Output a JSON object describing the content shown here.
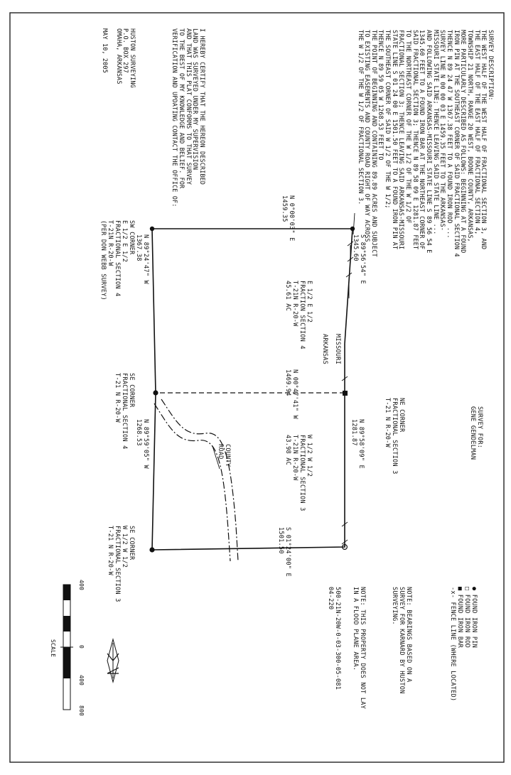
{
  "description": "SURVEY DESCRIPTION:\nTHE WEST HALF OF THE WEST HALF OF FRACTIONAL SECTION 3, AND\nTHE EAST HALF OF THE EAST HALF OF FRACTIONAL SECTION 4,\nTOWNSHIP 21 NORTH, RANGE 20 WEST, BOONE COUNTY, ARKANSAS,\nMORE PARTICULARLY DESCRIBED AS FOLLOWS: BEGINNING AT A FOUND\nIRON PIN AT THE SOUTHEAST CORNER OF SAID FRACTIONAL SECTION 4\nTHENCE N 89 24 47 W 1367.38 FEET TO A FOUND IRON ROD ...\nSURVEY LINE N 00 00 03 E 1459.35 FEET TO THE ARKANSAS-\nMISSOURI STATE LINE; THENCE LEAVING SAID STATE LINE ...\nAND FOLLOWING SAID ARKANSAS-MISSOURI STATE LINE S 89 56 54 E\n1345.60 FEET TO A FOUND IRON BAR AT THE NORTHEAST CORNER OF\nSAID FRACTIONAL SECTION 3; THENCE N 89 58 09 E 1281.87 FEET\nTO THE NORTHEAST CORNER OF THE W 1/2 OF THE W 1/2 OF\nFRACTIONAL SECTION 3; THENCE LEAVING SAID ARKANSAS-MISSOURI\nSTATE LINE S 01 24 00 E 1501.50 FEET TO A FOUND IRON PIN AT\nTHE SOUTHEAST CORNER OF SAID W 1/2 OF THE W 1/2;\nTHENCE N 89 59 05 W 1268.53 FEET TO\nTHE POINT OF BEGINNING AND CONTAINING 89.89 ACRES AND SUBJECT\nTO EXISTING EASEMENTS AND COUNTY ROAD RIGHT OF WAY ACROSS\nTHE W 1/2 OF THE W 1/2 OF FRACTIONAL SECTION 3.",
  "certification": "I HEREBY CERTIFY THAT THE HEREON DESCRIBED\nLAND WAS SURVEYED UNDER MY SUPERVISION\nAND THAT THIS PLAT CONFORMS TO THAT SURVEY\nTO THE BEST OF MY KNOWLEDGE AND BELIEF. FOR\nVERIFICATION AND UPDATING CONTACT THE OFFICE OF:",
  "surveyor_address": "HUSTON SURVEYING\nP.O. BOX 297\nOMAHA, ARKANSAS\n\nMAY 10, 2005",
  "survey_for": "SURVEY FOR:\nGENE GENDELMAN",
  "legend": "● FOUND IRON PIN\n□ FOUND IRON ROD\n■ FOUND IRON BAR\n-x- FENCE LINE (WHERE LOCATED)",
  "notes": {
    "bearings": "NOTE: BEARINGS BASED ON A\nSURVEY FOR KARNARD BY HUSTON\nSURVEYING.",
    "flood": "NOTE: THIS PROPERTY DOES NOT LAY\nIN A FLOOD PLANE AREA.",
    "parcel": "500-21N-20W-0-03-300-05-081\n04-220"
  },
  "lines": {
    "n1": "S 89°56'54\" E\n1345.60",
    "n2": "N 89°58'09\" E\n1281.87",
    "s1": "N 89°24'47\" W\n1367.38",
    "s2": "N 89°59'05\" W\n1268.53",
    "e": "N 0°00'03\" E\n1459.35",
    "w": "S 01°24'00\" E\n1501.50",
    "m": "N 00°47'41\" W\n1469.94"
  },
  "tracts": {
    "east": "E 1/2 E 1/2\nFRACTION SECTION 4\nT-21N R-20-W\n45.61 AC",
    "west": "W 1/2 W 1/2\nFRACTIONAL SECTION 3\nT-21N R-20-W\n43.98 AC"
  },
  "state_line": {
    "missouri": "MISSOURI",
    "arkansas": "ARKANSAS"
  },
  "corners": {
    "ne": "NE CORNER\nFRACTIONAL SECTION 3\nT-21 N R-20-W",
    "sw": "SW CORNER\nE 1/2 E 1/2\nFRACTIONAL SECTION 4\nT-21N R-20-W\n(PER DON WEBB SURVEY)",
    "se": "SE CORNER\nFRACTIONAL SECTION 4\nT-21 N R-20-W",
    "se2": "SE CORNER\nW 1/2 W 1/2\nFRACTIONAL SECTION 3\nT-21 N R-20-W"
  },
  "road_label": "COUNTY\nROAD",
  "scale": {
    "t1": "400",
    "t2": "0",
    "t3": "400",
    "t4": "800",
    "label": "SCALE"
  }
}
